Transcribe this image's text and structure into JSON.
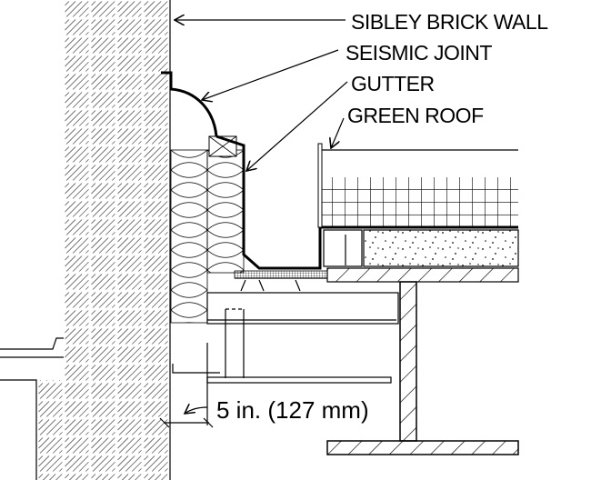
{
  "labels": {
    "brick_wall": "SIBLEY BRICK WALL",
    "seismic_joint": "SEISMIC JOINT",
    "gutter": "GUTTER",
    "green_roof": "GREEN ROOF"
  },
  "dimension": {
    "text": "5 in. (127 mm)"
  },
  "colors": {
    "line": "#000000",
    "background": "#ffffff"
  }
}
